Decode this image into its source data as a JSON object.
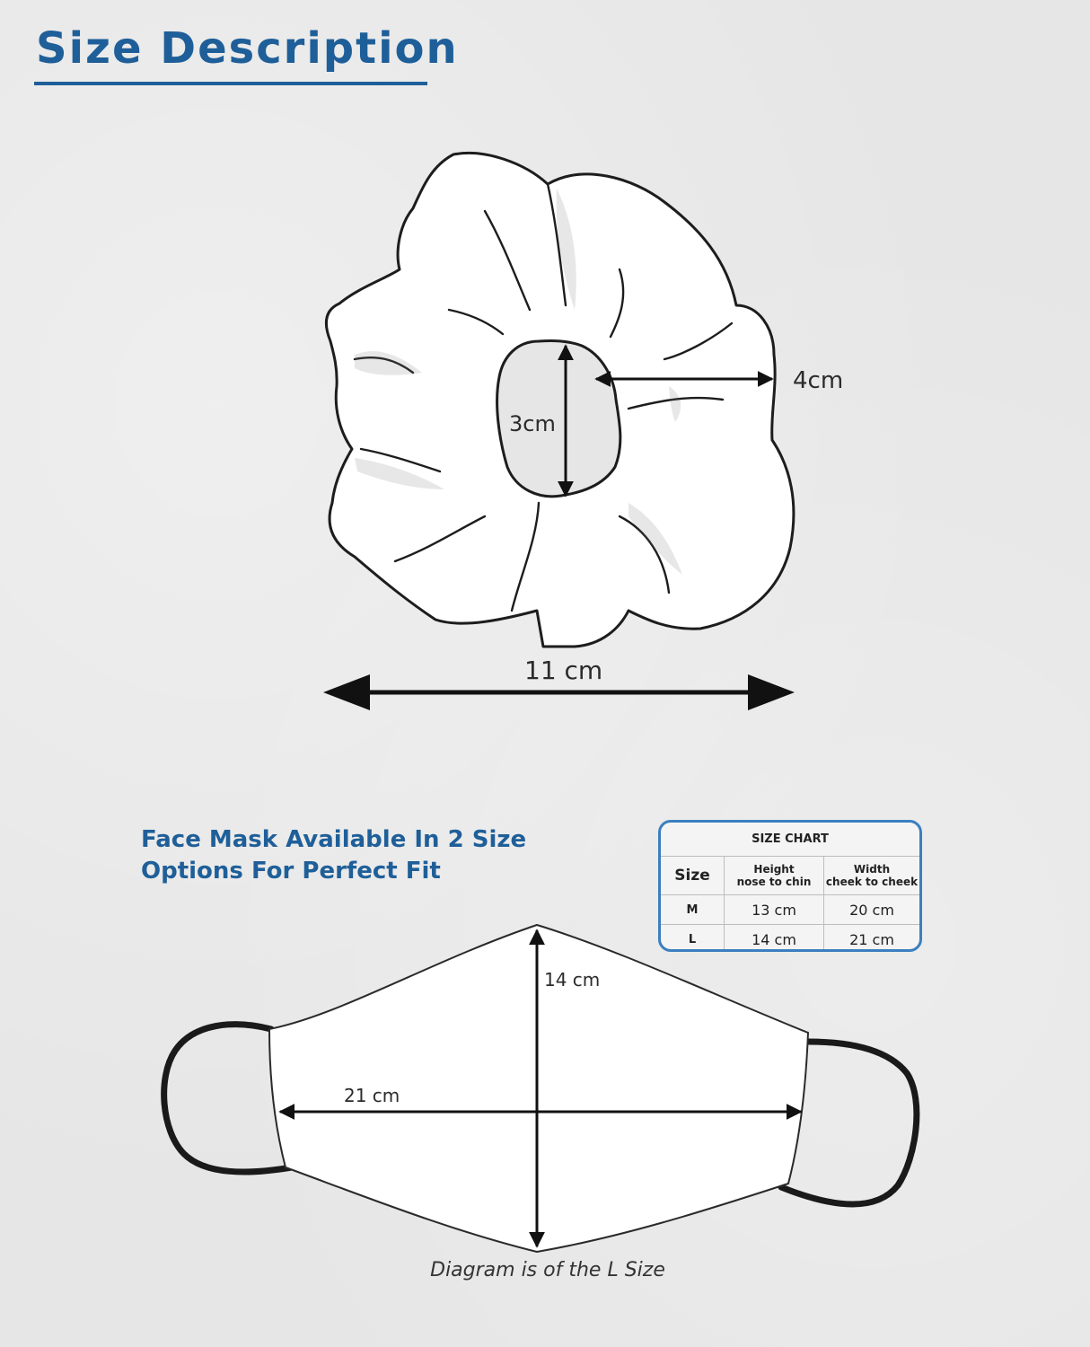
{
  "header": {
    "title": "Size Description"
  },
  "scrunchie": {
    "inner_height_label": "3cm",
    "band_width_label": "4cm",
    "outer_width_label": "11 cm"
  },
  "mask": {
    "heading_line1": "Face Mask Available In 2 Size",
    "heading_line2": "Options For Perfect Fit",
    "height_label": "14 cm",
    "width_label": "21 cm",
    "caption": "Diagram is of the L Size"
  },
  "size_chart": {
    "title": "SIZE CHART",
    "columns": {
      "size": "Size",
      "height_line1": "Height",
      "height_line2": "nose to chin",
      "width_line1": "Width",
      "width_line2": "cheek to cheek"
    },
    "rows": [
      {
        "size": "M",
        "height": "13 cm",
        "width": "20 cm"
      },
      {
        "size": "L",
        "height": "14 cm",
        "width": "21 cm"
      }
    ]
  },
  "colors": {
    "accent": "#1f5f99",
    "chart_border": "#3b7fbf",
    "background": "#e6e6e6"
  }
}
